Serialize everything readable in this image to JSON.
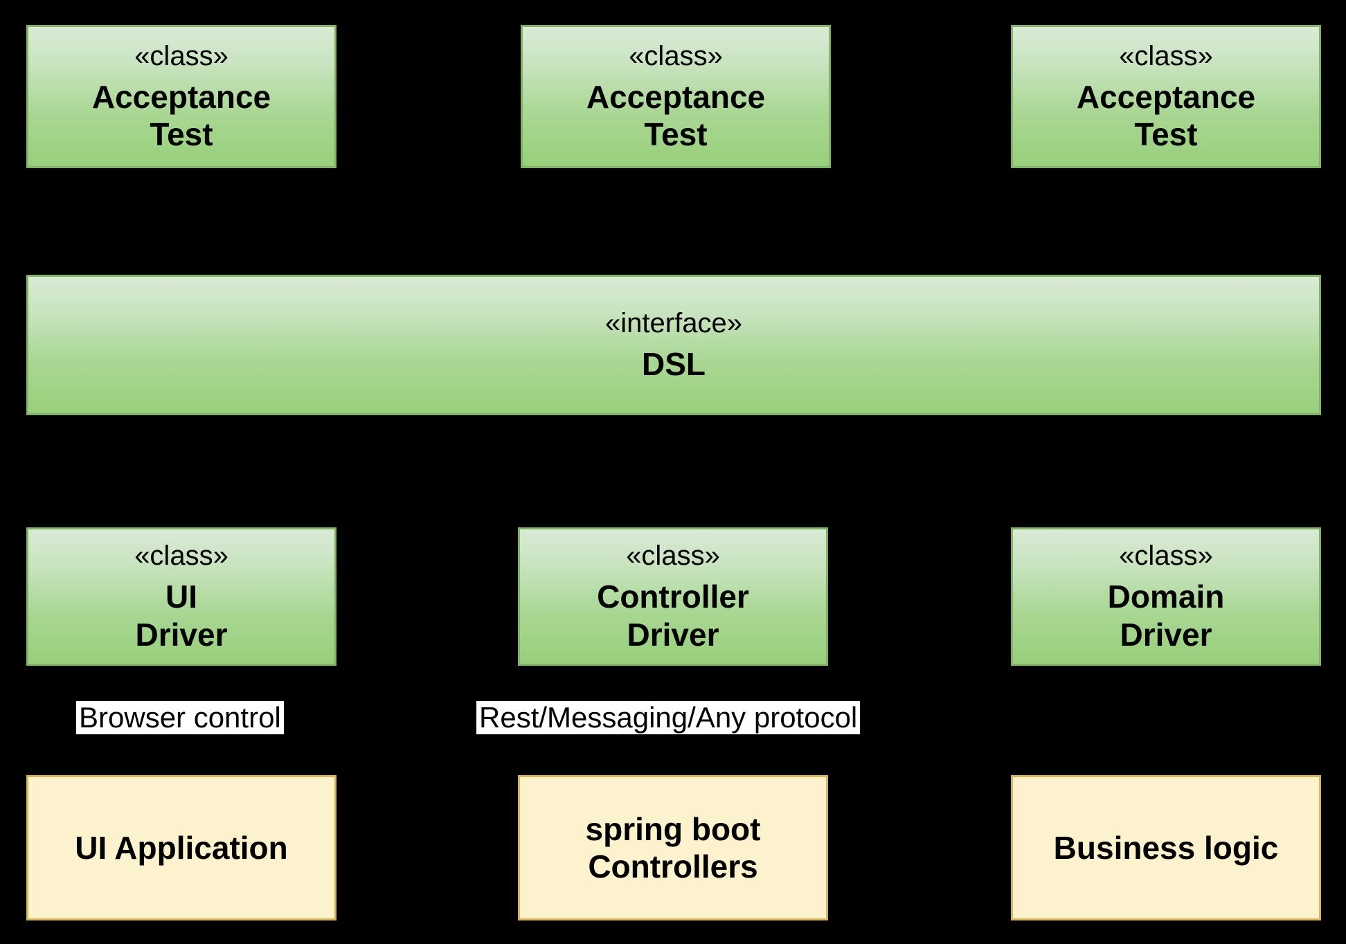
{
  "diagram": {
    "background_color": "#000000",
    "green_fill_top": "#DAEAD6",
    "green_fill_bottom": "#98CF7C",
    "green_border": "#82B366",
    "yellow_fill": "#FDF2CE",
    "yellow_border": "#D6B656",
    "label_background": "#FFFFFF",
    "text_color": "#000000"
  },
  "acceptance_tests": [
    {
      "stereotype": "«class»",
      "line1": "Acceptance",
      "line2": "Test"
    },
    {
      "stereotype": "«class»",
      "line1": "Acceptance",
      "line2": "Test"
    },
    {
      "stereotype": "«class»",
      "line1": "Acceptance",
      "line2": "Test"
    }
  ],
  "dsl_interface": {
    "stereotype": "«interface»",
    "title": "DSL"
  },
  "drivers": [
    {
      "stereotype": "«class»",
      "line1": "UI",
      "line2": "Driver"
    },
    {
      "stereotype": "«class»",
      "line1": "Controller",
      "line2": "Driver"
    },
    {
      "stereotype": "«class»",
      "line1": "Domain",
      "line2": "Driver"
    }
  ],
  "edge_labels": [
    {
      "text": "Browser control"
    },
    {
      "text": "Rest/Messaging/Any protocol"
    }
  ],
  "systems": [
    {
      "line1": "UI Application",
      "line2": ""
    },
    {
      "line1": "spring boot",
      "line2": "Controllers"
    },
    {
      "line1": "Business logic",
      "line2": ""
    }
  ]
}
